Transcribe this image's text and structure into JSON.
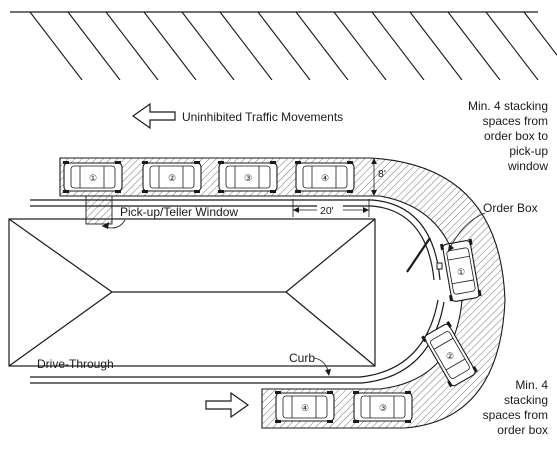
{
  "labels": {
    "traffic": "Uninhibited Traffic Movements",
    "window": "Pick-up/Teller Window",
    "order_box": "Order Box",
    "drive_through": "Drive-Through",
    "curb": "Curb",
    "stack_top": [
      "Min. 4 stacking",
      "spaces from",
      "order box to",
      "pick-up",
      "window"
    ],
    "stack_bottom": [
      "Min. 4",
      "stacking",
      "spaces from",
      "order box"
    ]
  },
  "dimensions": {
    "space_length": "20'",
    "lane_width": "8'"
  },
  "car_numbers": {
    "top_row": [
      "①",
      "②",
      "③",
      "④"
    ],
    "curve": [
      "①",
      "②"
    ],
    "bottom_row": [
      "④",
      "③"
    ]
  },
  "colors": {
    "ink": "#1a1a1a",
    "paper": "#ffffff"
  },
  "icons": {
    "traffic_arrow": "hollow-left-arrow-icon",
    "entry_arrow": "hollow-right-arrow-icon"
  }
}
